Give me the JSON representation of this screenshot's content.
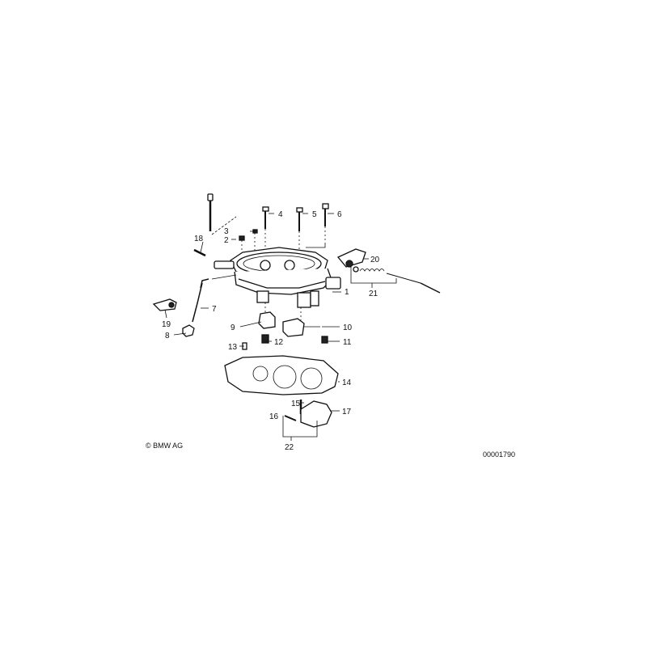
{
  "diagram": {
    "callouts": [
      {
        "id": "1",
        "label": "1"
      },
      {
        "id": "2",
        "label": "2"
      },
      {
        "id": "3",
        "label": "3"
      },
      {
        "id": "4",
        "label": "4"
      },
      {
        "id": "5",
        "label": "5"
      },
      {
        "id": "6",
        "label": "6"
      },
      {
        "id": "7",
        "label": "7"
      },
      {
        "id": "8",
        "label": "8"
      },
      {
        "id": "9",
        "label": "9"
      },
      {
        "id": "10",
        "label": "10"
      },
      {
        "id": "11",
        "label": "11"
      },
      {
        "id": "12",
        "label": "12"
      },
      {
        "id": "13",
        "label": "13"
      },
      {
        "id": "14",
        "label": "14"
      },
      {
        "id": "15",
        "label": "15"
      },
      {
        "id": "16",
        "label": "16"
      },
      {
        "id": "17",
        "label": "17"
      },
      {
        "id": "18",
        "label": "18"
      },
      {
        "id": "19",
        "label": "19"
      },
      {
        "id": "20",
        "label": "20"
      },
      {
        "id": "21",
        "label": "21"
      },
      {
        "id": "22",
        "label": "22"
      }
    ],
    "copyright": "© BMW AG",
    "image_number": "00001790"
  }
}
